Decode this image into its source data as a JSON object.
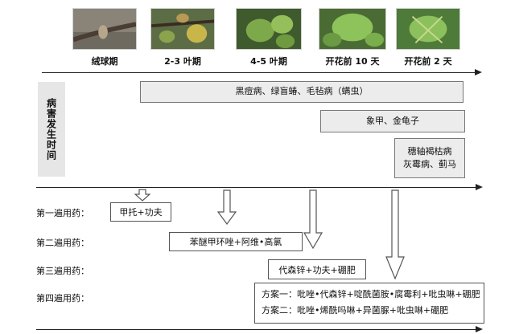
{
  "stages": [
    {
      "label": "绒球期"
    },
    {
      "label": "2-3 叶期"
    },
    {
      "label": "4-5 叶期"
    },
    {
      "label": "开花前 10 天"
    },
    {
      "label": "开花前 2 天"
    }
  ],
  "side_label": "病害发生时间",
  "diseases": {
    "row1": "黑痘病、绿盲蝽、毛毡病（螨虫）",
    "row2": "象甲、金龟子",
    "row3_line1": "穗轴褐枯病",
    "row3_line2": "灰霉病、蓟马"
  },
  "sprays": [
    {
      "label": "第一遍用药：",
      "plan": "甲托+功夫"
    },
    {
      "label": "第二遍用药：",
      "plan": "苯醚甲环唑+阿维•高氯"
    },
    {
      "label": "第三遍用药：",
      "plan": "代森锌+功夫+硼肥"
    },
    {
      "label": "第四遍用药：",
      "plan_a": "方案一：吡唑•代森锌+啶酰菌胺•腐霉利+吡虫啉+硼肥",
      "plan_b": "方案二：吡唑•烯酰吗啉+异菌脲+吡虫啉+硼肥"
    }
  ],
  "colors": {
    "box_bg": "#ececec",
    "line": "#222222",
    "arrow_stroke": "#555555"
  }
}
